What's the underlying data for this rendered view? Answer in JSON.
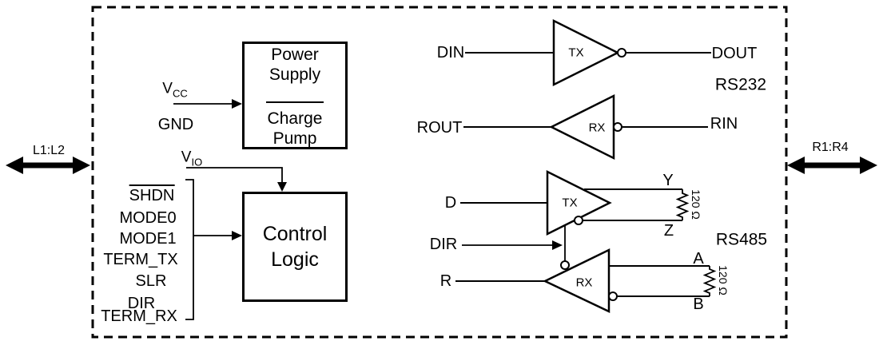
{
  "figure": {
    "ports": {
      "left": "L1:L2",
      "right": "R1:R4"
    },
    "power_box": {
      "lines": [
        "Power",
        "Supply",
        "Charge",
        "Pump"
      ]
    },
    "control_box": {
      "lines": [
        "Control",
        "Logic"
      ]
    },
    "pins": {
      "vcc_base": "V",
      "vcc_sub": "CC",
      "gnd": "GND",
      "vio_base": "V",
      "vio_sub": "IO"
    },
    "control_signals": {
      "shdn": "SHDN",
      "mode0": "MODE0",
      "mode1": "MODE1",
      "term_tx": "TERM_TX",
      "slr": "SLR",
      "dir": "DIR",
      "term_rx": "TERM_RX"
    },
    "rs232": {
      "label": "RS232",
      "tx": "TX",
      "rx": "RX",
      "din": "DIN",
      "dout": "DOUT",
      "rout": "ROUT",
      "rin": "RIN"
    },
    "rs485": {
      "label": "RS485",
      "tx": "TX",
      "rx": "RX",
      "d": "D",
      "dir": "DIR",
      "r": "R",
      "y": "Y",
      "z": "Z",
      "a": "A",
      "b": "B",
      "termination_top": "120 Ω",
      "termination_bottom": "120 Ω"
    }
  }
}
